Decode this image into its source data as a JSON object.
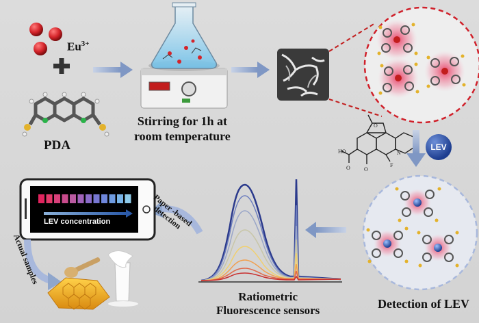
{
  "labels": {
    "eu": "Eu",
    "eu_charge": "3+",
    "pda": "PDA",
    "stirring_line1": "Stirring for 1h at",
    "stirring_line2": "room temperature",
    "lev_badge": "LEV",
    "detection": "Detection of LEV",
    "ratiometric_line1": "Ratiometric",
    "ratiometric_line2": "Fluorescence sensors",
    "paper_line1": "Paper -based",
    "paper_line2": "detection",
    "lev_concentration": "LEV concentration",
    "actual_samples": "Actual samples"
  },
  "colors": {
    "arrow": "#8fa6cc",
    "eu_sphere": "#d4242a",
    "dashed_circle_red": "#d0202a",
    "dashed_circle_blue": "#a8b8dc",
    "lev_badge": "#23449a",
    "strip_colors": [
      "#e0245e",
      "#e23a6a",
      "#d8407a",
      "#c94b8c",
      "#b95aa0",
      "#9f62b8",
      "#8a6cc8",
      "#7777d2",
      "#6e86da",
      "#6e9be0",
      "#78b3e6",
      "#8fcbea"
    ]
  }
}
